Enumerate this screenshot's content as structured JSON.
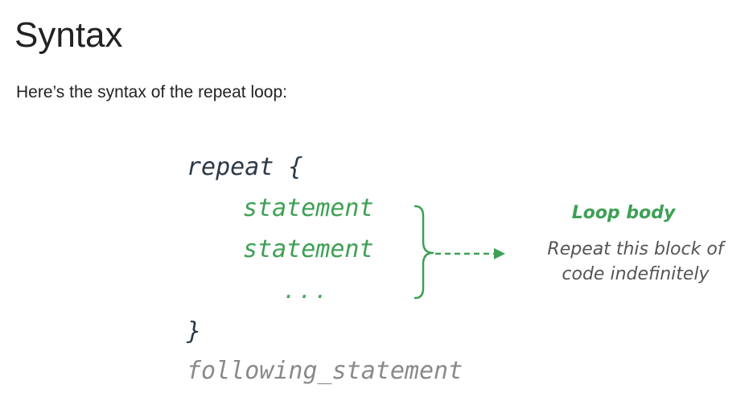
{
  "page": {
    "title": "Syntax",
    "intro": "Here’s the syntax of the repeat loop:"
  },
  "syntax": {
    "open_line": "repeat {",
    "statements": [
      "statement",
      "statement"
    ],
    "ellipsis": "...",
    "close_line": "}",
    "following": "following_statement"
  },
  "annotation": {
    "label": "Loop body",
    "description_line_1": "Repeat this block of",
    "description_line_2": "code indefinitely"
  },
  "colors": {
    "keyword": "#2b3a47",
    "body": "#3ea055",
    "following": "#8a8a8a",
    "description": "#555555"
  },
  "icons": [
    "curly-brace-icon",
    "dashed-arrow-icon"
  ]
}
